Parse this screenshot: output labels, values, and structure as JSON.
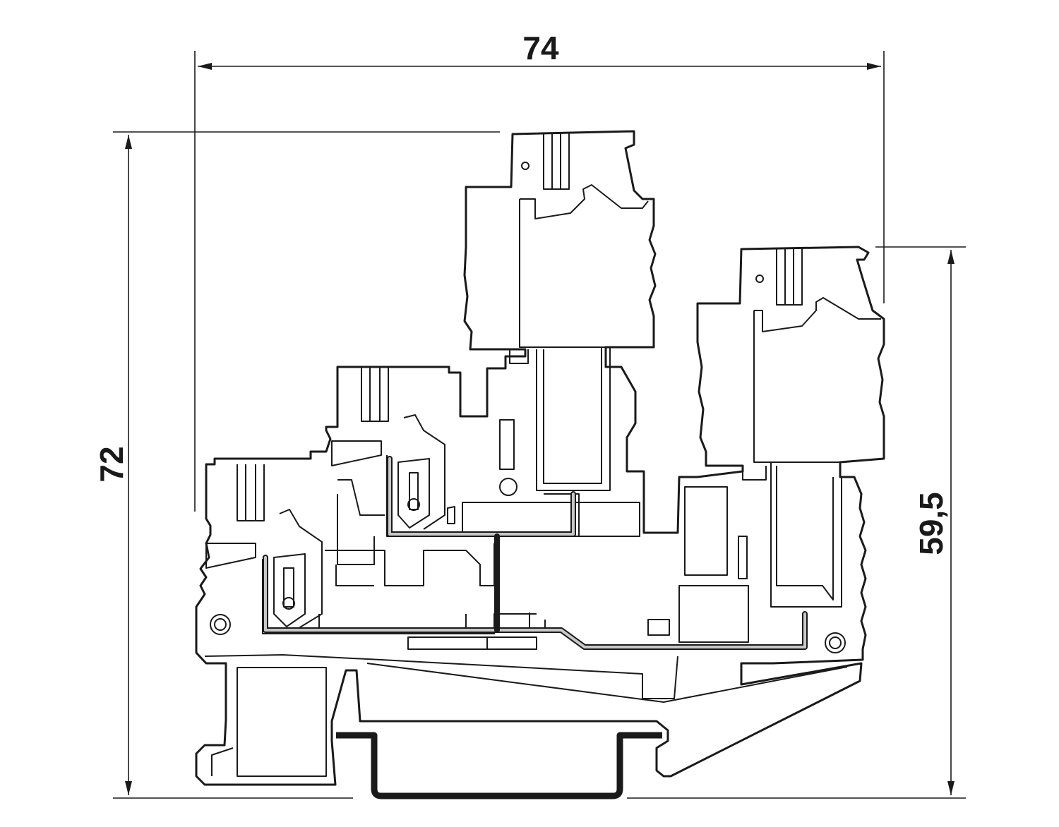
{
  "dimensions": {
    "width_label": "74",
    "height_total_label": "72",
    "height_partial_label": "59,5"
  }
}
